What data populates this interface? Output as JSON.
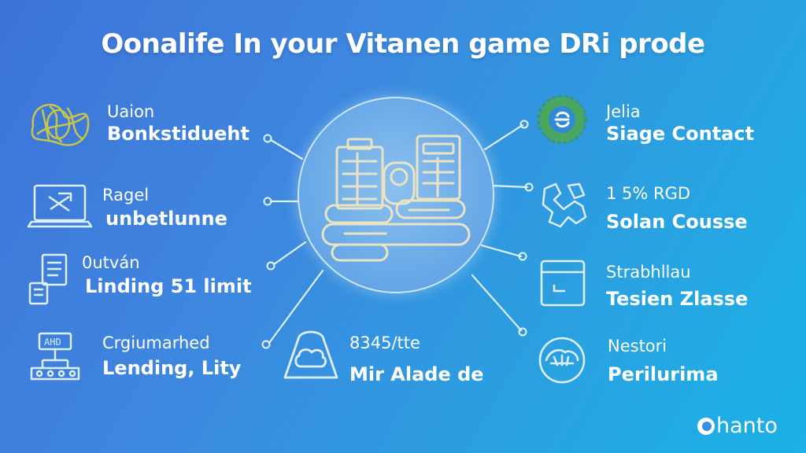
{
  "title": "Oonalife In your Vitanen game DRi prode",
  "nodes": {
    "left_1": {
      "top": "Uaion",
      "main": "Bonkstidueht",
      "icon": "tangled-sketch-icon"
    },
    "left_2": {
      "top": "Ragel",
      "main": "unbetlunne",
      "icon": "laptop-icon"
    },
    "left_3": {
      "top": "0utván",
      "main": "Linding 51 limit",
      "icon": "document-icon"
    },
    "left_4": {
      "top": "Crgiumarhed",
      "main": "Lending, Lity",
      "icon": "circuit-board-icon"
    },
    "bottom": {
      "top": "8345/tte",
      "main": "Mir Alade de",
      "icon": "cloud-box-icon"
    },
    "right_1": {
      "top": "Jelia",
      "main": "Siage Contact",
      "icon": "green-badge-icon"
    },
    "right_2": {
      "top": "1 5% RGD",
      "main": "Solan Cousse",
      "icon": "network-cross-icon"
    },
    "right_3": {
      "top": "Strabhllau",
      "main": "Tesien Zlasse",
      "icon": "storage-box-icon"
    },
    "right_4": {
      "top": "Nestori",
      "main": "Perilurima",
      "icon": "gauge-icon"
    }
  },
  "logo": {
    "text": "hanto"
  },
  "colors": {
    "background_start": "#3d73d8",
    "background_end": "#1bb2e6",
    "line": "#dfefff",
    "hub_illustration": "#e9e3c4",
    "sketch_yellow": "#c8c64a",
    "badge_green": "#4aa75c"
  }
}
